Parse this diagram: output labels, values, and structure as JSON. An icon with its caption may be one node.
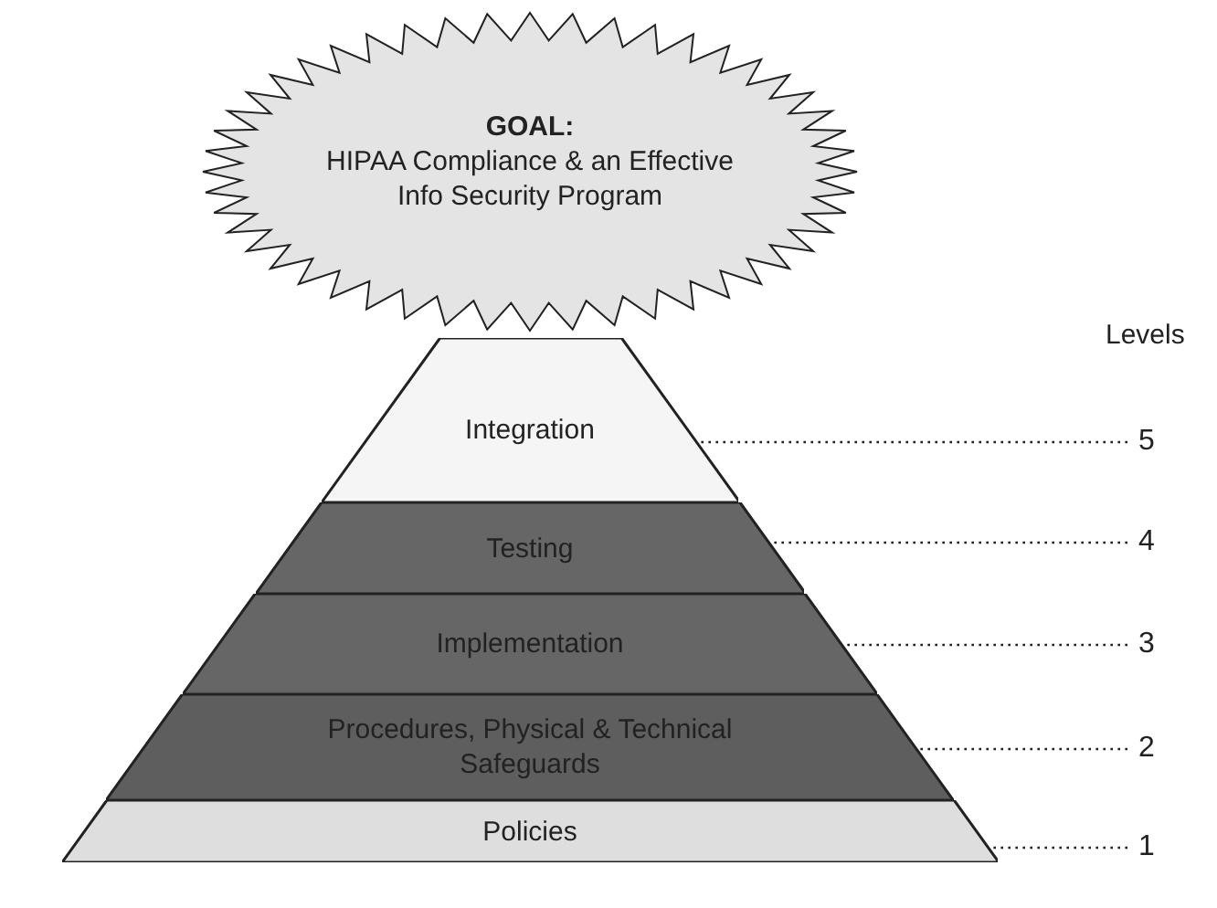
{
  "diagram": {
    "nodes": [
      {
        "text": [
          "GOAL:",
          "HIPAA Compliance & an Effective Info Security Program"
        ]
      },
      {
        "text": [
          "Integration"
        ]
      },
      {
        "text": [
          "Testing"
        ]
      },
      {
        "text": [
          "Implementation"
        ]
      },
      {
        "text": [
          "Procedures, Physical & Technical Safeguards"
        ]
      },
      {
        "text": [
          "Policies"
        ]
      },
      {
        "text": [
          "5"
        ]
      },
      {
        "text": [
          "4"
        ]
      },
      {
        "text": [
          "3"
        ]
      },
      {
        "text": [
          "2"
        ]
      },
      {
        "text": [
          "1"
        ]
      }
    ],
    "edges": [
      {
        "from": 6,
        "to": 1,
        "arrow": "none",
        "style": "dashed"
      },
      {
        "from": 7,
        "to": 2,
        "arrow": "none",
        "style": "dashed"
      },
      {
        "from": 8,
        "to": 3,
        "arrow": "none",
        "style": "dashed"
      },
      {
        "from": 9,
        "to": 4,
        "arrow": "none",
        "style": "dashed"
      },
      {
        "from": 10,
        "to": 5,
        "arrow": "none",
        "style": "dashed"
      }
    ],
    "labels": [
      "Levels"
    ]
  }
}
